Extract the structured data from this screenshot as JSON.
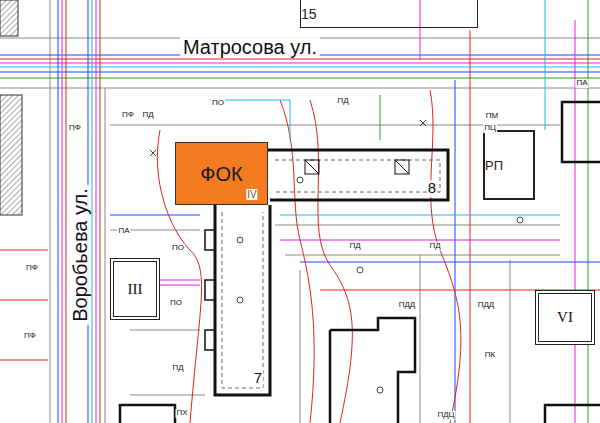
{
  "diagram": {
    "nodes": [
      {
        "text": [
          "15"
        ]
      },
      {
        "text": [
          "ФОК"
        ]
      },
      {
        "text": [
          "РП"
        ]
      },
      {
        "text": [
          "III"
        ]
      },
      {
        "text": [
          "VI"
        ]
      }
    ],
    "labels": [
      "Матросова ул.",
      "Воробьева ул.",
      "IV",
      "8",
      "7",
      "ПФ",
      "ПД",
      "ПО",
      "ПД",
      "ПА",
      "ПМ",
      "ПЦ",
      "ПА",
      "ПО",
      "ПФ",
      "ПО",
      "ПД",
      "ПД",
      "ПД",
      "ПДД",
      "ПДД",
      "ПХ",
      "ПК",
      "ПДЦ",
      "ПФ",
      "ПФ"
    ]
  }
}
